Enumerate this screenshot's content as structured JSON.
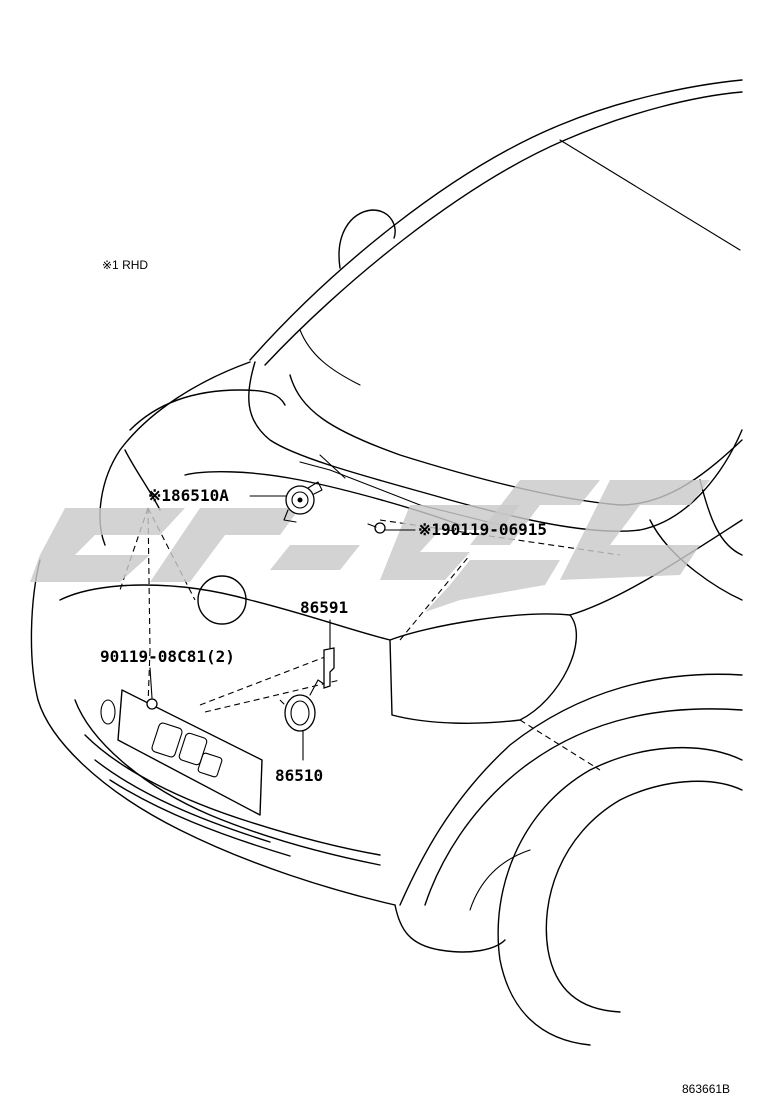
{
  "diagram": {
    "note": "※1 RHD",
    "figure_code": "863661B",
    "parts": [
      {
        "label": "※186510A"
      },
      {
        "label": "※190119-06915"
      },
      {
        "label": "86591"
      },
      {
        "label": "90119-08C81(2)"
      },
      {
        "label": "86510"
      }
    ]
  },
  "colors": {
    "line": "#000000",
    "background": "#ffffff",
    "watermark": "#c9c9c9"
  }
}
